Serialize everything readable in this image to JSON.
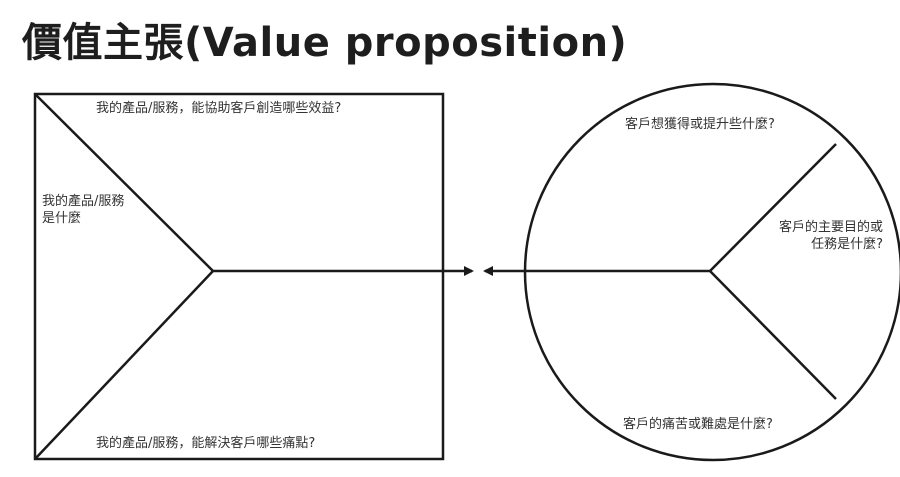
{
  "title": "價值主張(Value proposition)",
  "colors": {
    "stroke": "#1a1a1a",
    "text": "#333333",
    "background": "#ffffff"
  },
  "value_map": {
    "gain_creators": "我的產品/服務，能協助客戶創造哪些效益?",
    "products_services": "我的產品/服務是什麼",
    "pain_relievers": "我的產品/服務，能解決客戶哪些痛點?"
  },
  "customer_profile": {
    "gains": "客戶想獲得或提升些什麼?",
    "jobs": "客戶的主要目的或任務是什麼?",
    "pains": "客戶的痛苦或難處是什麼?"
  }
}
